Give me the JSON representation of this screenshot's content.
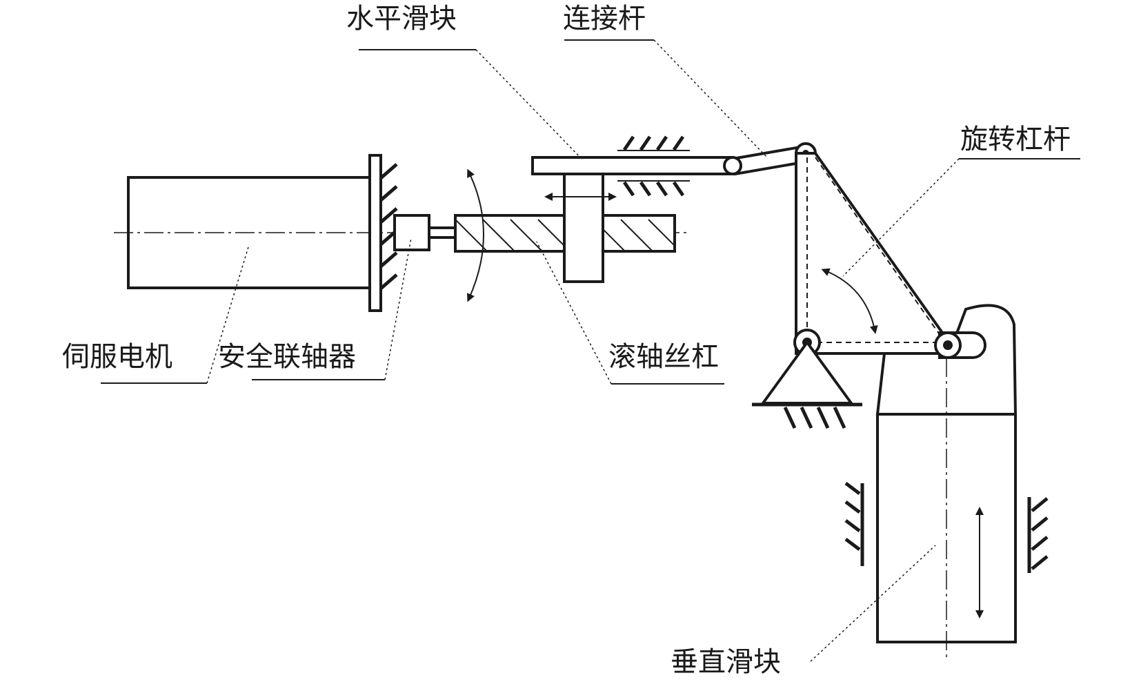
{
  "labels": {
    "horizontal_slider": "水平滑块",
    "connecting_rod": "连接杆",
    "rotating_lever": "旋转杠杆",
    "servo_motor": "伺服电机",
    "safety_coupling": "安全联轴器",
    "ball_screw": "滚轴丝杠",
    "vertical_slider": "垂直滑块"
  },
  "colors": {
    "ink": "#1a1a1a",
    "background": "#ffffff"
  }
}
